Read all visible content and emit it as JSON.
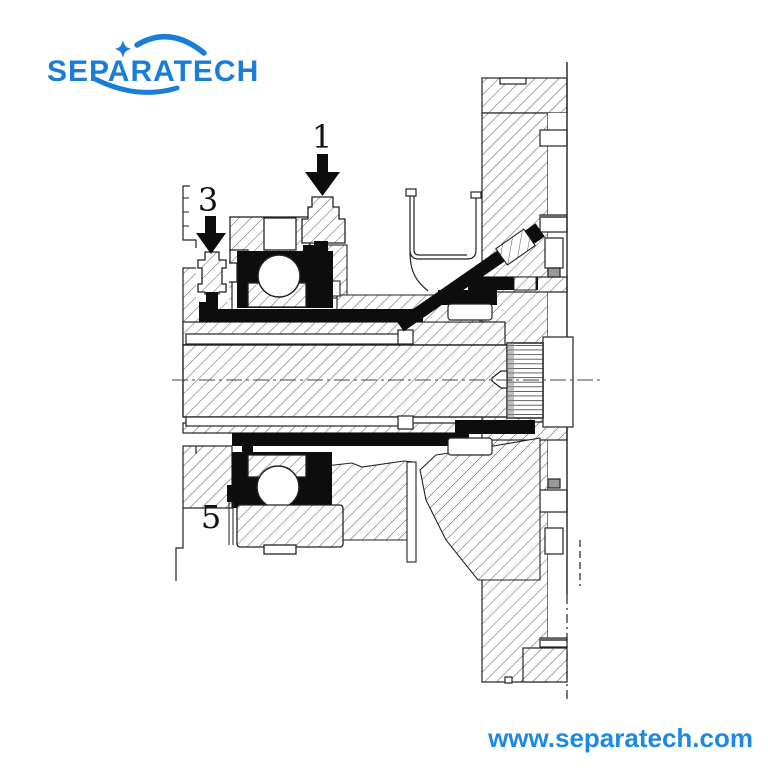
{
  "brand": {
    "logo_text": "SEPARATECH",
    "logo_color": "#1a7ed8",
    "star_icon": "four-point-star",
    "swoosh_icon": "orbit-arcs"
  },
  "footer": {
    "website": "www.separatech.com",
    "color": "#1e88e5"
  },
  "diagram": {
    "type": "technical-cross-section",
    "subject": "separator spindle and bearing assembly, half section",
    "background": "#ffffff",
    "line_color": "#222222",
    "solid_fill": "#0d0d0d",
    "hatch_color": "#555555",
    "callouts": [
      {
        "label": "1",
        "arrow": "down"
      },
      {
        "label": "3",
        "arrow": "down"
      },
      {
        "label": "5",
        "arrow": "none"
      }
    ]
  }
}
